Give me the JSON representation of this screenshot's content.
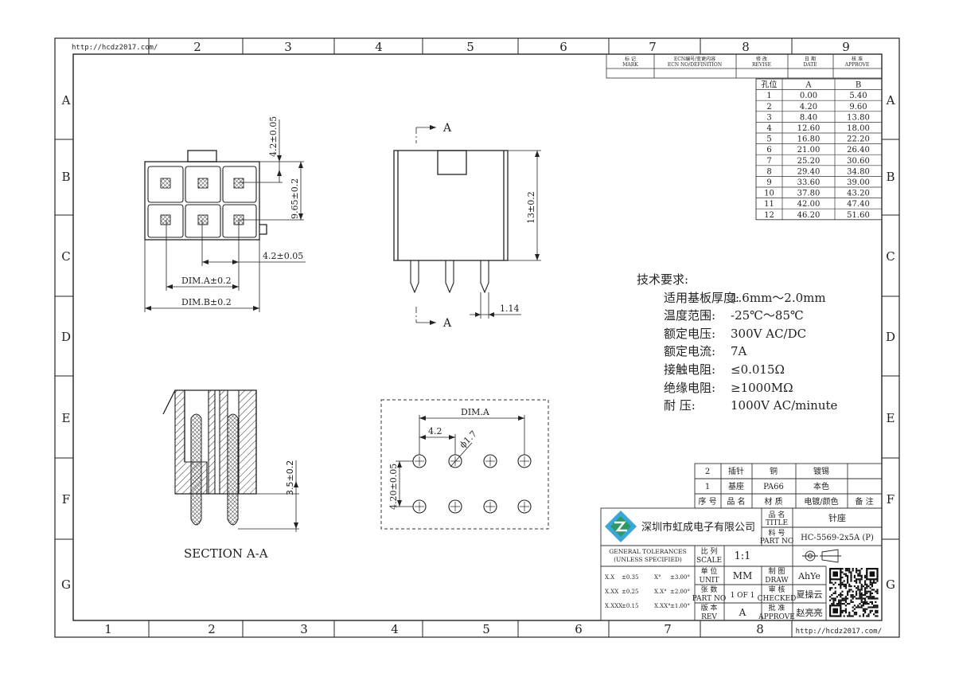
{
  "frame": {
    "url_top": "http://hcdz2017.com/",
    "url_bottom": "http://hcdz2017.com/",
    "col_labels": [
      "1",
      "2",
      "3",
      "4",
      "5",
      "6",
      "7",
      "8",
      "9"
    ],
    "row_labels": [
      "A",
      "B",
      "C",
      "D",
      "E",
      "F",
      "G"
    ]
  },
  "revision": {
    "headers": [
      {
        "cn": "标 记",
        "en": "MARK"
      },
      {
        "cn": "ECN编号/变更内容",
        "en": "ECN NO/DEFINITION"
      },
      {
        "cn": "修 改",
        "en": "REVISE"
      },
      {
        "cn": "日 期",
        "en": "DATE"
      },
      {
        "cn": "核 准",
        "en": "APPROVE"
      }
    ]
  },
  "pin_table": {
    "headers": [
      "孔位",
      "A",
      "B"
    ],
    "rows": [
      [
        "1",
        "0.00",
        "5.40"
      ],
      [
        "2",
        "4.20",
        "9.60"
      ],
      [
        "3",
        "8.40",
        "13.80"
      ],
      [
        "4",
        "12.60",
        "18.00"
      ],
      [
        "5",
        "16.80",
        "22.20"
      ],
      [
        "6",
        "21.00",
        "26.40"
      ],
      [
        "7",
        "25.20",
        "30.60"
      ],
      [
        "8",
        "29.40",
        "34.80"
      ],
      [
        "9",
        "33.60",
        "39.00"
      ],
      [
        "10",
        "37.80",
        "43.20"
      ],
      [
        "11",
        "42.00",
        "47.40"
      ],
      [
        "12",
        "46.20",
        "51.60"
      ]
    ]
  },
  "tech_requirements": {
    "title": "技术要求:",
    "items": [
      {
        "key": "适用基板厚度:",
        "value": "1.6mm～2.0mm"
      },
      {
        "key": "温度范围:",
        "value": "-25℃～85℃"
      },
      {
        "key": "额定电压:",
        "value": "300V AC/DC"
      },
      {
        "key": "额定电流:",
        "value": "7A"
      },
      {
        "key": "接触电阻:",
        "value": "≤0.015Ω"
      },
      {
        "key": "绝缘电阻:",
        "value": "≥1000MΩ"
      },
      {
        "key": "耐    压:",
        "value": "1000V AC/minute"
      }
    ]
  },
  "front_view": {
    "dim_top": "4.2±0.05",
    "dim_height": "9.65±0.2",
    "dim_pitch": "4.2±0.05",
    "dim_a": "DIM.A±0.2",
    "dim_b": "DIM.B±0.2"
  },
  "side_view": {
    "section_mark": "A",
    "dim_height": "13±0.2",
    "dim_pin": "1.14"
  },
  "section": {
    "label": "SECTION A-A",
    "dim": "3.5±0.2"
  },
  "pcb_layout": {
    "dim_a": "DIM.A",
    "dim_pitch": "4.2",
    "dim_hole": "ϕ1.7",
    "dim_row": "4.20±0.05"
  },
  "bom": {
    "rows": [
      {
        "no": "2",
        "name": "插针",
        "material": "铜",
        "finish": "镀锡",
        "remark": ""
      },
      {
        "no": "1",
        "name": "基座",
        "material": "PA66",
        "finish": "本色",
        "remark": ""
      }
    ],
    "headers": {
      "no": "序 号",
      "name": "品 名",
      "material": "材 质",
      "finish": "电镀/颜色",
      "remark": "备 注"
    }
  },
  "title_block": {
    "company": "深圳市虹成电子有限公司",
    "title_cn": "品 名",
    "title_en": "TITLE",
    "title_value": "针座",
    "part_cn": "料 号",
    "part_en": "PART NO",
    "part_value": "HC-5569-2x5A (P)",
    "tol_title": "GENERAL TOLERANCES",
    "tol_sub": "(UNLESS SPECIFIED)",
    "tolerances": [
      {
        "k1": "X.X",
        "v1": "±0.35",
        "k2": "X°",
        "v2": "±3.00°"
      },
      {
        "k1": "X.XX",
        "v1": "±0.25",
        "k2": "X.X°",
        "v2": "±2.00°"
      },
      {
        "k1": "X.XXX",
        "v1": "±0.15",
        "k2": "X.XX°",
        "v2": "±1.00°"
      }
    ],
    "scale_cn": "比 列",
    "scale_en": "SCALE",
    "scale_value": "1:1",
    "unit_cn": "单 位",
    "unit_en": "UNIT",
    "unit_value": "MM",
    "draw_cn": "制 图",
    "draw_en": "DRAW",
    "draw_value": "AhYe",
    "sheet_cn": "张 数",
    "sheet_en": "PART NO",
    "sheet_value": "1 OF 1",
    "check_cn": "审 核",
    "check_en": "CHECKED",
    "check_value": "夏操云",
    "rev_cn": "版 本",
    "rev_en": "REV",
    "rev_value": "A",
    "approve_cn": "批 准",
    "approve_en": "APPROVE",
    "approve_value": "赵亮亮"
  }
}
